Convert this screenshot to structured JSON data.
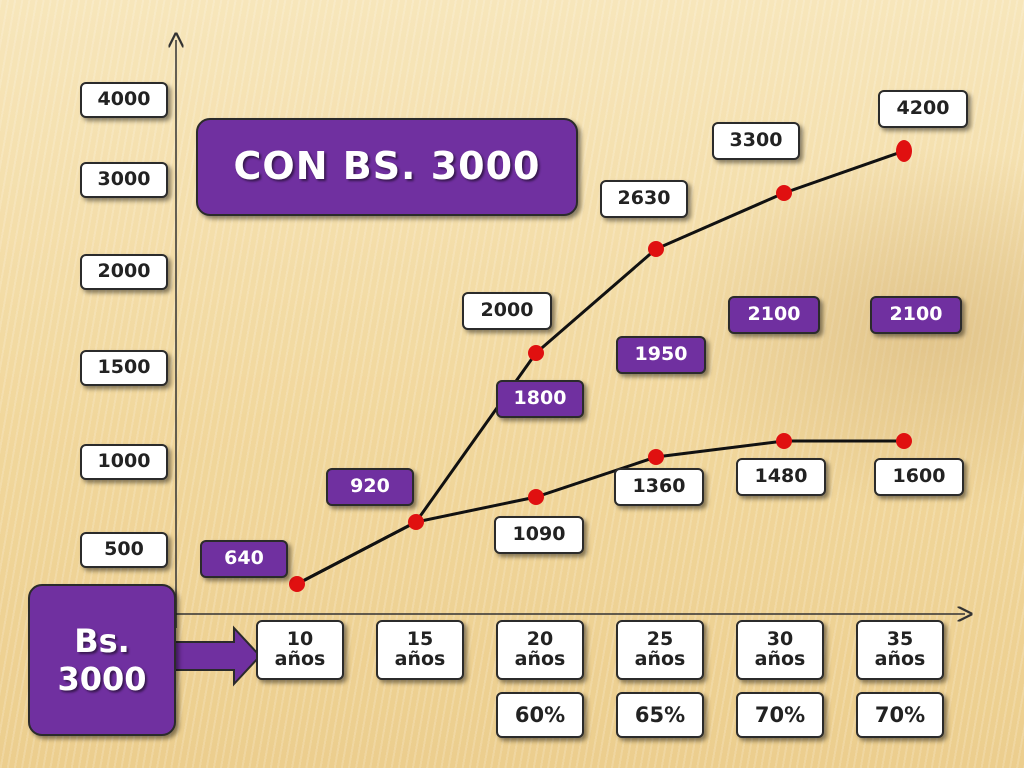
{
  "title": "CON BS. 3000",
  "side_label": "Bs.\n3000",
  "chart_data": {
    "type": "line",
    "title": "CON BS. 3000",
    "xlabel": "",
    "ylabel": "",
    "categories": [
      "10\naños",
      "15\naños",
      "20\naños",
      "25\naños",
      "30\naños",
      "35\naños"
    ],
    "y_tick_labels": [
      "4000",
      "3000",
      "2000",
      "1500",
      "1000",
      "500"
    ],
    "series": [
      {
        "values": [
          640,
          920,
          2000,
          2630,
          3300,
          4200
        ]
      },
      {
        "values": [
          640,
          920,
          1090,
          1360,
          1480,
          1600
        ]
      }
    ],
    "upper_line_labels": [
      "640",
      "920",
      "2000",
      "2630",
      "3300",
      "4200"
    ],
    "lower_line_labels": [
      "1090",
      "1360",
      "1480",
      "1600"
    ],
    "purple_labels": [
      "1800",
      "1950",
      "2100",
      "2100"
    ],
    "percentages": [
      "60%",
      "65%",
      "70%",
      "70%"
    ],
    "colors": {
      "line": "#111111",
      "marker": "#e01010",
      "purple": "#7030a0",
      "box": "#ffffff"
    },
    "grid": false,
    "legend": "none"
  }
}
